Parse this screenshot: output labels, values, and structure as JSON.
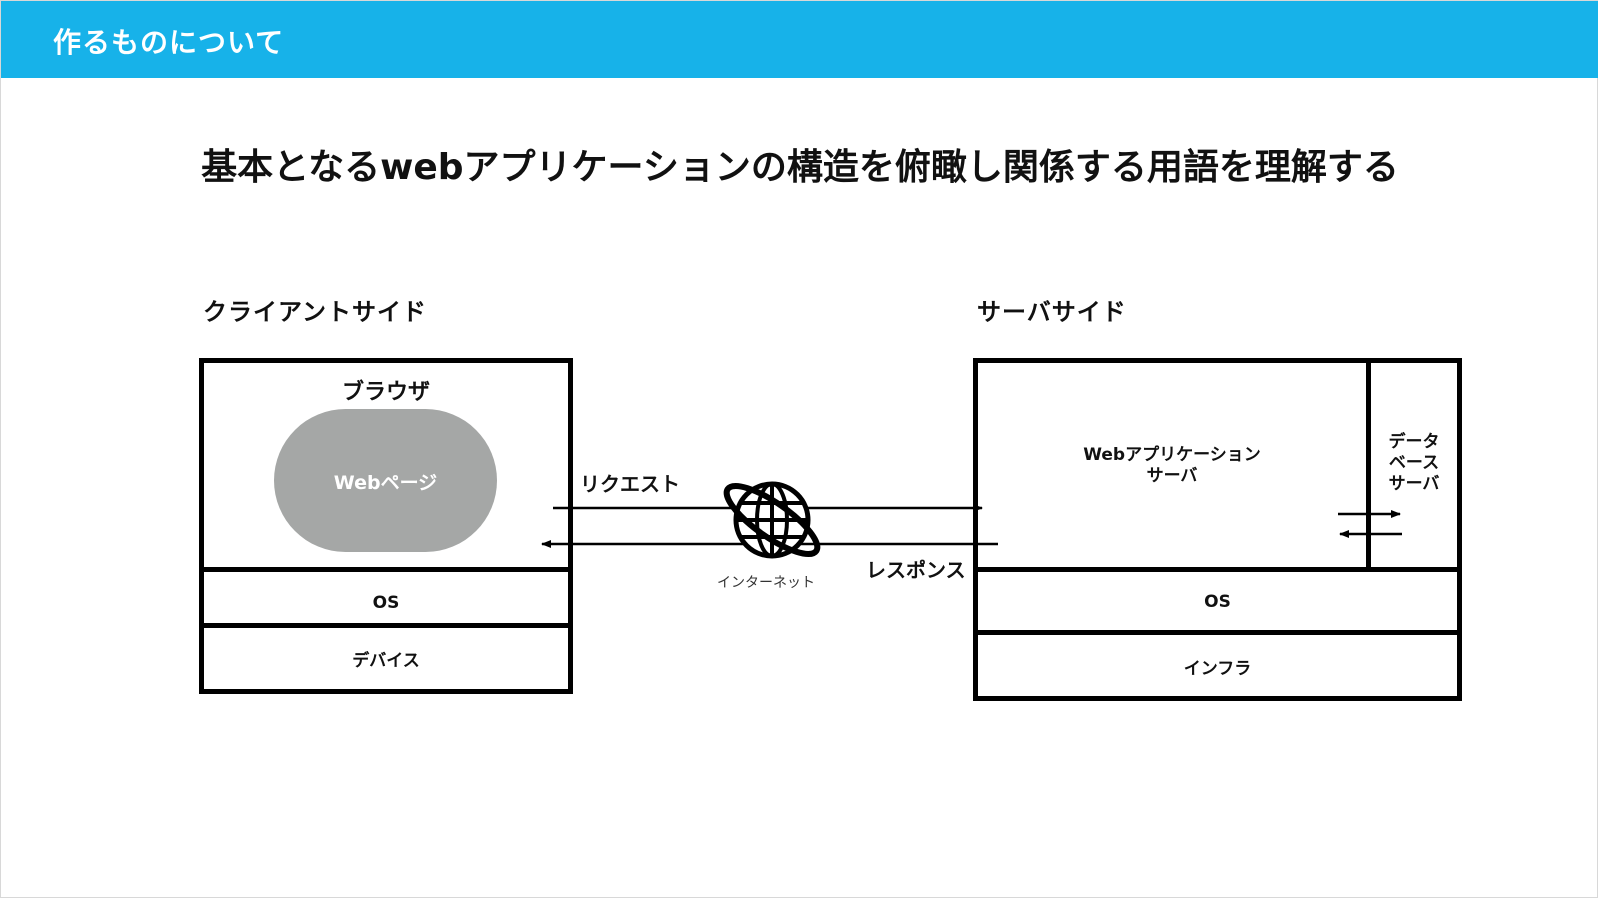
{
  "header": {
    "title": "作るものについて"
  },
  "headline": "基本となるwebアプリケーションの構造を俯瞰し関係する用語を理解する",
  "client": {
    "label": "クライアントサイド",
    "browser": "ブラウザ",
    "webpage": "Webページ",
    "os": "OS",
    "device": "デバイス"
  },
  "server": {
    "label": "サーバサイド",
    "app_server_line1": "Webアプリケーション",
    "app_server_line2": "サーバ",
    "db_line1": "データ",
    "db_line2": "ベース",
    "db_line3": "サーバ",
    "os": "OS",
    "infra": "インフラ"
  },
  "network": {
    "request": "リクエスト",
    "response": "レスポンス",
    "internet": "インターネット",
    "icon": "globe-icon"
  }
}
